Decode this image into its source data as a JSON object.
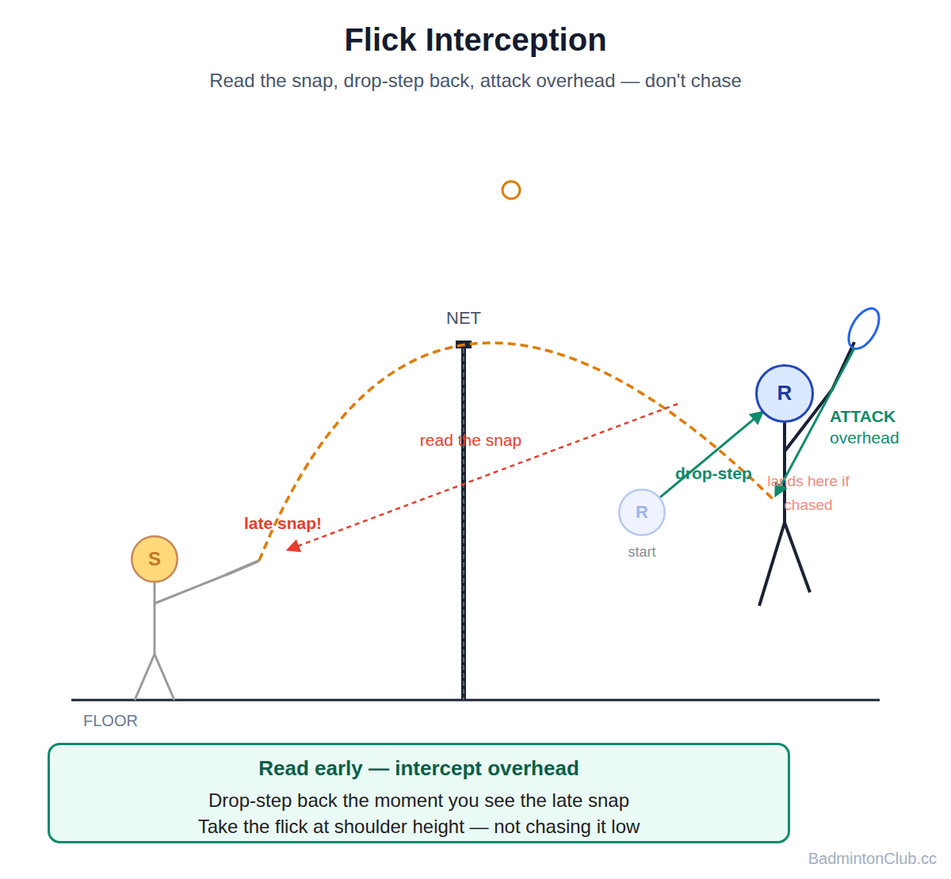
{
  "diagram": {
    "title": "Flick Interception",
    "nodes": [
      {
        "text": [
          "S"
        ]
      },
      {
        "text": [
          "R",
          "start"
        ]
      },
      {
        "text": [
          "R"
        ]
      },
      {
        "text": [
          "Read early — intercept overhead",
          "Drop-step back the moment you see the late snap",
          "Take the flick at shoulder height — not chasing it low"
        ]
      }
    ],
    "edges": [
      {
        "from": 1,
        "to": 2,
        "arrow": "to",
        "label": "drop-step"
      }
    ],
    "labels": [
      "Read the snap, drop-step back, attack overhead — don't chase",
      "NET",
      "read the snap",
      "late snap!",
      "ATTACK",
      "overhead",
      "lands here if chased",
      "FLOOR",
      "BadmintonClub.cc"
    ]
  }
}
